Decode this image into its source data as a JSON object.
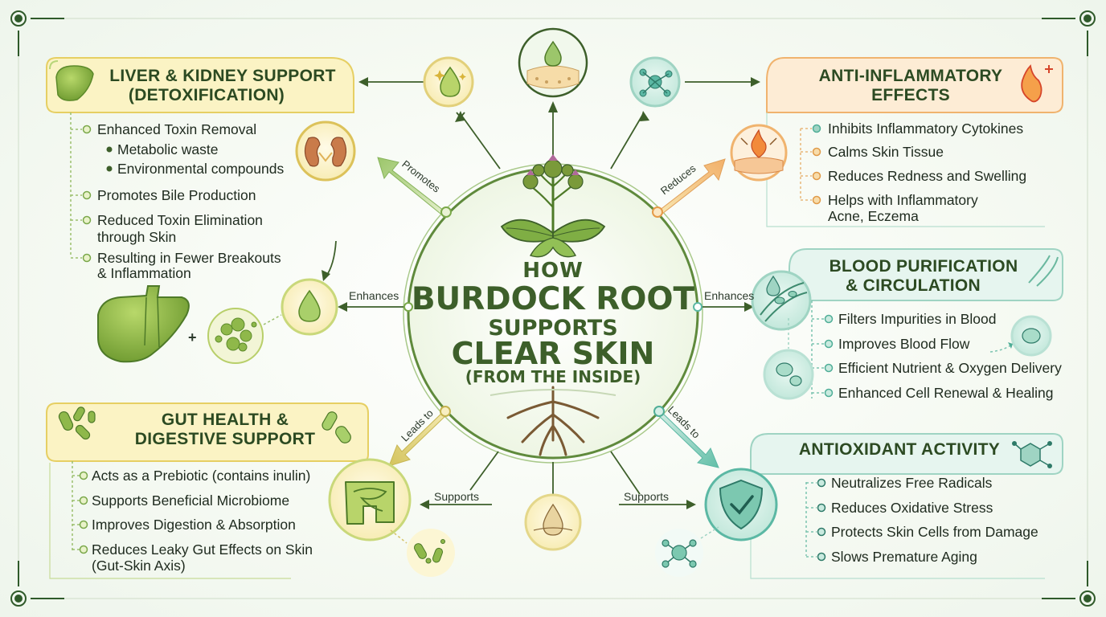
{
  "center": {
    "line1": "HOW",
    "line2": "BURDOCK ROOT",
    "line3": "SUPPORTS",
    "line4": "CLEAR SKIN",
    "line5": "(FROM THE INSIDE)"
  },
  "liver": {
    "title1": "LIVER & KIDNEY SUPPORT",
    "title2": "(DETOXIFICATION)",
    "items": [
      "Enhanced Toxin Removal",
      "Promotes Bile Production",
      "Reduced Toxin Elimination",
      "through Skin",
      "Resulting in Fewer Breakouts",
      "& Inflammation"
    ],
    "subitems": [
      "Metabolic waste",
      "Environmental compounds"
    ],
    "plus": "+"
  },
  "inflammatory": {
    "title1": "ANTI-INFLAMMATORY",
    "title2": "EFFECTS",
    "items": [
      "Inhibits Inflammatory Cytokines",
      "Calms Skin Tissue",
      "Reduces Redness and Swelling",
      "Helps with Inflammatory",
      "Acne, Eczema"
    ]
  },
  "blood": {
    "title1": "BLOOD PURIFICATION",
    "title2": "& CIRCULATION",
    "items": [
      "Filters Impurities in Blood",
      "Improves Blood Flow",
      "Efficient Nutrient & Oxygen Delivery",
      "Enhanced Cell Renewal & Healing"
    ]
  },
  "gut": {
    "title1": "GUT HEALTH &",
    "title2": "DIGESTIVE SUPPORT",
    "items": [
      "Acts as a Prebiotic (contains inulin)",
      "Supports Beneficial Microbiome",
      "Improves Digestion & Absorption",
      "Reduces Leaky Gut Effects on Skin",
      "(Gut-Skin Axis)"
    ]
  },
  "antioxidant": {
    "title": "ANTIOXIDANT ACTIVITY",
    "items": [
      "Neutralizes Free Radicals",
      "Reduces Oxidative Stress",
      "Protects Skin Cells from Damage",
      "Slows Premature Aging"
    ]
  },
  "arrows": {
    "promotes": "Promotes",
    "reduces": "Reduces",
    "enhances_left": "Enhances",
    "enhances_right": "Enhances",
    "leads_left": "Leads to",
    "leads_right": "Leads to",
    "supports_left": "Supports",
    "supports_right": "Supports"
  },
  "colors": {
    "green_dark": "#3d5f2a",
    "green_mid": "#7aa84a",
    "yellow": "#f0d76a",
    "orange": "#f0a347",
    "teal": "#5bb8a4"
  },
  "icons": [
    "liver-icon",
    "kidney-icon",
    "droplet-icon",
    "flame-icon",
    "blood-cell-icon",
    "intestine-icon",
    "shield-check-icon",
    "molecule-icon",
    "bacteria-icon",
    "burdock-plant-icon"
  ]
}
